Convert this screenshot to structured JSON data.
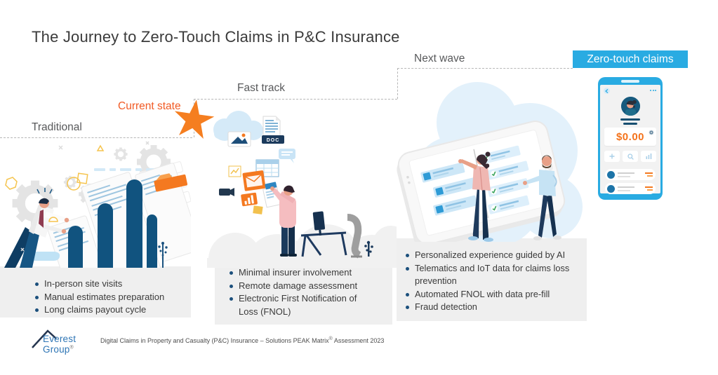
{
  "title": "The Journey to Zero-Touch Claims in P&C Insurance",
  "stages": {
    "traditional": {
      "label": "Traditional",
      "bullets": [
        "In-person site visits",
        "Manual estimates preparation",
        "Long claims payout cycle"
      ]
    },
    "current_state": {
      "label": "Current state"
    },
    "fast_track": {
      "label": "Fast track",
      "bullets": [
        "Minimal insurer involvement",
        "Remote damage assessment",
        "Electronic First Notification of Loss (FNOL)"
      ]
    },
    "next_wave": {
      "label": "Next wave",
      "bullets": [
        "Personalized experience guided by AI",
        "Telematics and IoT data for claims loss prevention",
        "Automated FNOL with data pre-fill",
        "Fraud detection"
      ]
    },
    "zero_touch": {
      "label": "Zero-touch claims"
    }
  },
  "phone": {
    "balance": "$0.00"
  },
  "fast_track_illustration": {
    "doc_badge": "DOC"
  },
  "footer": {
    "brand": "Everest Group",
    "brand_reg": "®",
    "desc_1": "Digital Claims in Property and Casualty (P&C) Insurance – Solutions PEAK Matrix",
    "desc_reg": "®",
    "desc_2": " Assessment 2023"
  },
  "icons": {
    "back": "chevron-left",
    "more": "ellipsis",
    "add": "plus",
    "search": "magnifier",
    "stats": "bar-chart",
    "settings": "gear"
  },
  "colors": {
    "accent_orange": "#F47920",
    "label_orange": "#F15A24",
    "brand_blue": "#29ABE2",
    "dark_navy": "#11537F",
    "panel_gray": "#EFEFEF",
    "bullet_dot": "#1B4F7C",
    "everest_blue": "#2E75B5",
    "dash_gray": "#B6B6B6"
  }
}
